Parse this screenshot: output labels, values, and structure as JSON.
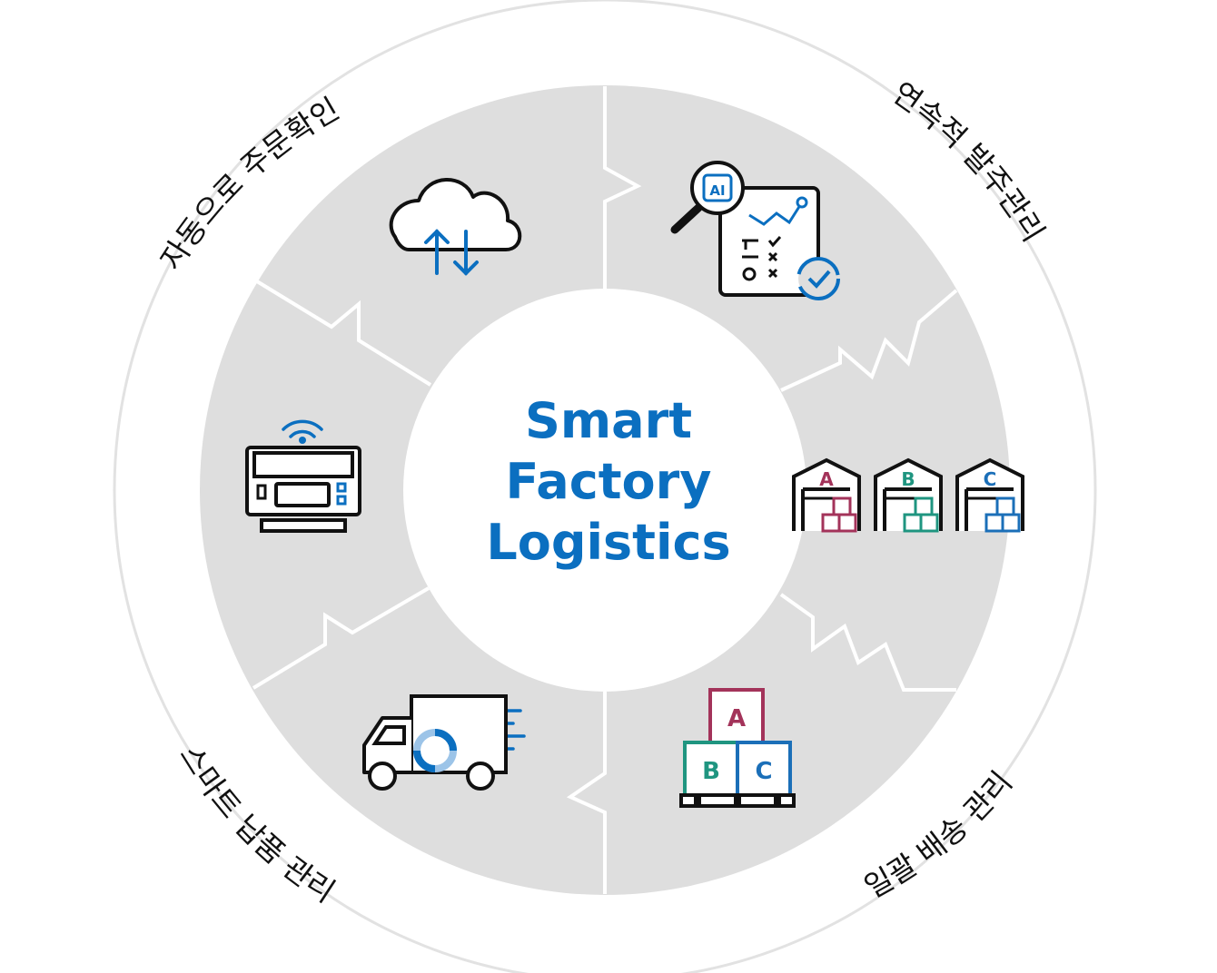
{
  "center": {
    "line1": "Smart",
    "line2": "Factory",
    "line3": "Logistics"
  },
  "labels": {
    "top_left": "자동으로 주문확인",
    "top_right": "연속적 발주관리",
    "bottom_left": "스마트 납품 관리",
    "bottom_right": "일괄 배송 관리"
  },
  "icons": {
    "cloud": "cloud-sync-icon",
    "ai_check": "ai-inspection-icon",
    "terminal": "wireless-terminal-icon",
    "warehouse": "warehouse-icon",
    "truck": "delivery-truck-icon",
    "boxes": "pallet-boxes-icon"
  },
  "warehouses": [
    "A",
    "B",
    "C"
  ],
  "boxes": [
    "A",
    "B",
    "C"
  ],
  "ai_badge": "AI",
  "colors": {
    "brand_blue": "#0b6fc0",
    "ring_gray": "#dedede",
    "outer_ring": "#e2e2e2",
    "label_a": "#a3335a",
    "label_b": "#1f9580",
    "label_c": "#1b6fb8"
  }
}
